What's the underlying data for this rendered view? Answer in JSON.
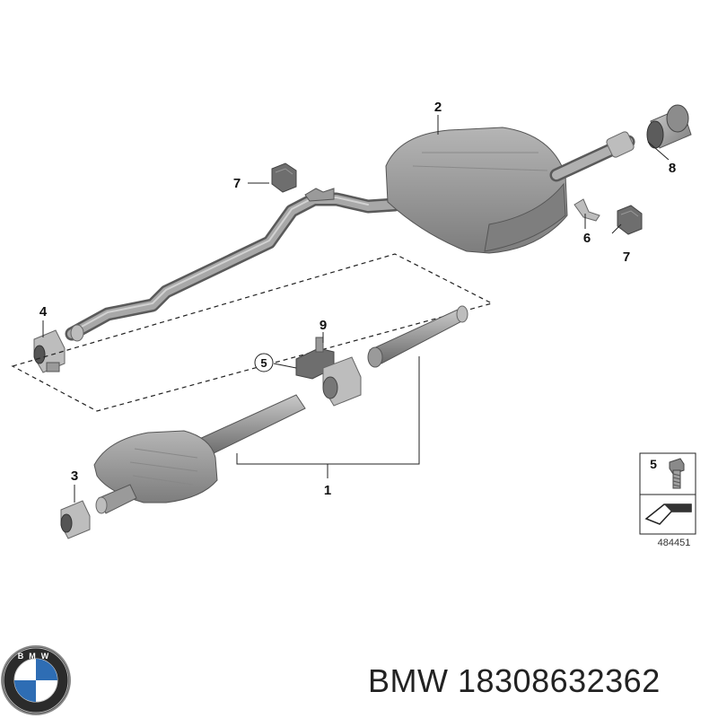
{
  "callouts": {
    "c1": "1",
    "c2": "2",
    "c3": "3",
    "c4": "4",
    "c5": "5",
    "c6": "6",
    "c7a": "7",
    "c7b": "7",
    "c8": "8",
    "c9": "9"
  },
  "legend": {
    "bolt_number": "5",
    "diagram_number": "484451"
  },
  "brand": {
    "logo_letters": "BMW",
    "caption": "BMW 18308632362"
  }
}
